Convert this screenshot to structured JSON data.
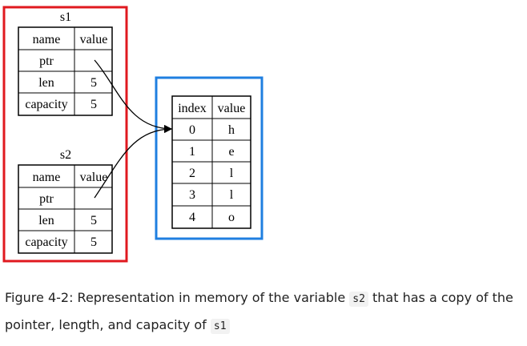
{
  "diagram": {
    "s1": {
      "title": "s1",
      "header": {
        "name": "name",
        "value": "value"
      },
      "rows": [
        {
          "name": "ptr",
          "value": ""
        },
        {
          "name": "len",
          "value": "5"
        },
        {
          "name": "capacity",
          "value": "5"
        }
      ]
    },
    "s2": {
      "title": "s2",
      "header": {
        "name": "name",
        "value": "value"
      },
      "rows": [
        {
          "name": "ptr",
          "value": ""
        },
        {
          "name": "len",
          "value": "5"
        },
        {
          "name": "capacity",
          "value": "5"
        }
      ]
    },
    "heap": {
      "header": {
        "index": "index",
        "value": "value"
      },
      "rows": [
        {
          "index": "0",
          "value": "h"
        },
        {
          "index": "1",
          "value": "e"
        },
        {
          "index": "2",
          "value": "l"
        },
        {
          "index": "3",
          "value": "l"
        },
        {
          "index": "4",
          "value": "o"
        }
      ]
    },
    "colors": {
      "stack_border": "#e0191f",
      "heap_border": "#1f7fe0"
    }
  },
  "caption": {
    "before": "Figure 4-2: Representation in memory of the variable ",
    "code1": "s2",
    "middle": " that has a copy of the pointer, length, and capacity of ",
    "code2": "s1"
  }
}
